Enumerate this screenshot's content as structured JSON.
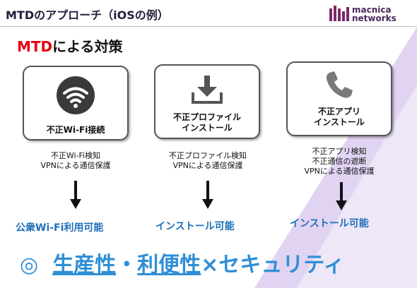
{
  "slide": {
    "title": "MTDのアプローチ（iOSの例）"
  },
  "logo": {
    "line1": "macnica",
    "line2": "networks"
  },
  "heading": {
    "accent": "MTD",
    "rest": "による対策"
  },
  "cards": [
    {
      "icon": "wifi-icon",
      "label_lines": [
        "不正Wi-Fi接続"
      ],
      "desc_lines": [
        "不正Wi-Fi検知",
        "VPNによる通信保護"
      ],
      "result": "公衆Wi-Fi利用可能"
    },
    {
      "icon": "download-icon",
      "label_lines": [
        "不正プロファイル",
        "インストール"
      ],
      "desc_lines": [
        "不正プロファイル検知",
        "VPNによる通信保護"
      ],
      "result": "インストール可能"
    },
    {
      "icon": "phone-icon",
      "label_lines": [
        "不正アプリ",
        "インストール"
      ],
      "desc_lines": [
        "不正アプリ検知",
        "不正通信の遮断",
        "VPNによる通信保護"
      ],
      "result": "インストール可能"
    }
  ],
  "footer": {
    "symbol": "◎",
    "part1": "生産性",
    "dot": "・",
    "part2": "利便性",
    "part3": "×セキュリティ"
  },
  "colors": {
    "accent_red": "#e60012",
    "accent_blue": "#2f8fd6",
    "wedge_purple": "#c9b2e6"
  }
}
